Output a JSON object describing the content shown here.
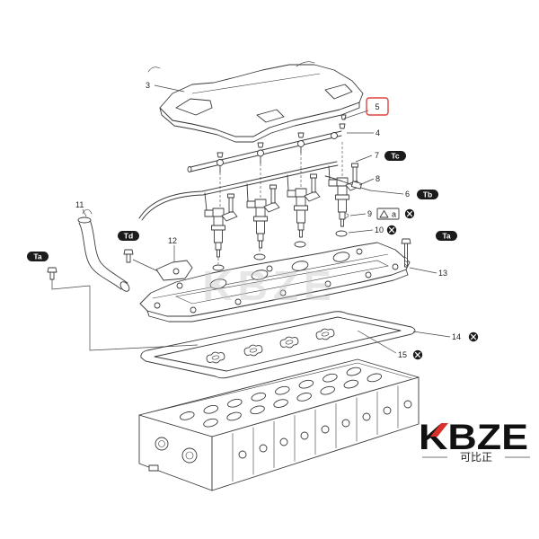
{
  "callouts": {
    "c3": "3",
    "c4": "4",
    "c5": "5",
    "c6": "6",
    "c7": "7",
    "c8": "8",
    "c9": "9",
    "c10": "10",
    "c11": "11",
    "c12": "12",
    "c13": "13",
    "c14": "14",
    "c15": "15"
  },
  "torque_tags": {
    "tc": "Tc",
    "tb": "Tb",
    "td": "Td",
    "ta_left": "Ta",
    "ta_right": "Ta"
  },
  "symbol_note": {
    "letter": "a",
    "icon": "triangle-icon"
  },
  "icons": {
    "replace_part": "circled-x-icon",
    "warning": "triangle-icon"
  },
  "logo": {
    "brand": "KBZE",
    "subtitle": "可比正"
  },
  "watermark": {
    "text": "KBZE"
  },
  "colors": {
    "line": "#3a3a3a",
    "highlight_box": "#e0443e",
    "tag_fill": "#1b1b1b",
    "tag_text": "#ffffff",
    "logo_text": "#111111",
    "logo_accent": "#d8312a",
    "watermark": "#c8c8c8"
  }
}
